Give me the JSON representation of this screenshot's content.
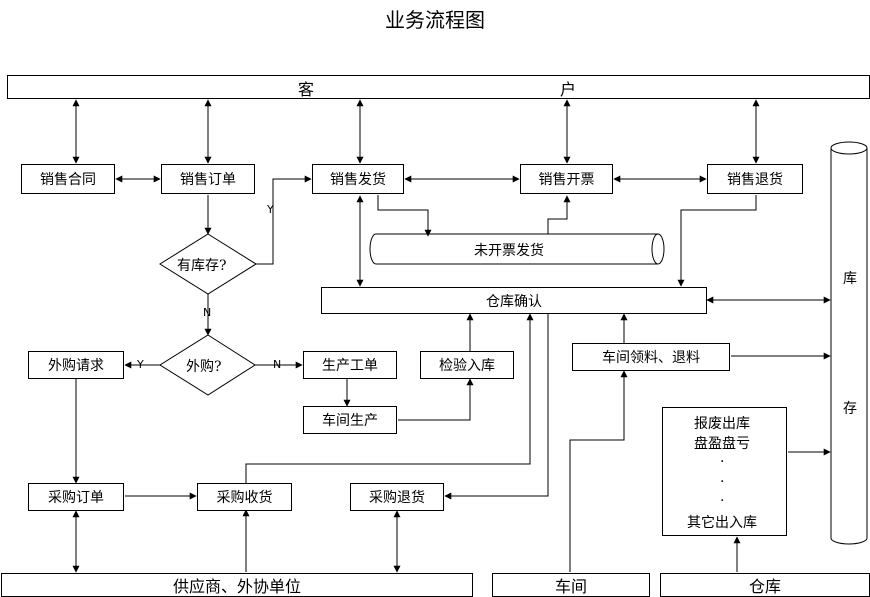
{
  "title": "业务流程图",
  "customer": {
    "char1": "客",
    "char2": "户"
  },
  "inventory": {
    "char1": "库",
    "char2": "存"
  },
  "boxes": {
    "sales_contract": "销售合同",
    "sales_order": "销售订单",
    "sales_shipment": "销售发货",
    "sales_invoice": "销售开票",
    "sales_return": "销售退货",
    "uninvoiced": "未开票发货",
    "warehouse_confirm": "仓库确认",
    "in_stock": "有库存?",
    "outsource": "外购?",
    "purchase_request": "外购请求",
    "production_order": "生产工单",
    "inspection_in": "检验入库",
    "workshop_production": "车间生产",
    "workshop_issue": "车间领料、退料",
    "scrap_line1": "报废出库",
    "scrap_line2": "盘盈盘亏",
    "scrap_dot": "·",
    "scrap_line3": "其它出入库",
    "purchase_order": "采购订单",
    "purchase_receipt": "采购收货",
    "purchase_return": "采购退货"
  },
  "bottom": {
    "supplier": "供应商、外协单位",
    "workshop": "车间",
    "warehouse": "仓库"
  },
  "labels": {
    "yes": "Y",
    "no": "N"
  }
}
